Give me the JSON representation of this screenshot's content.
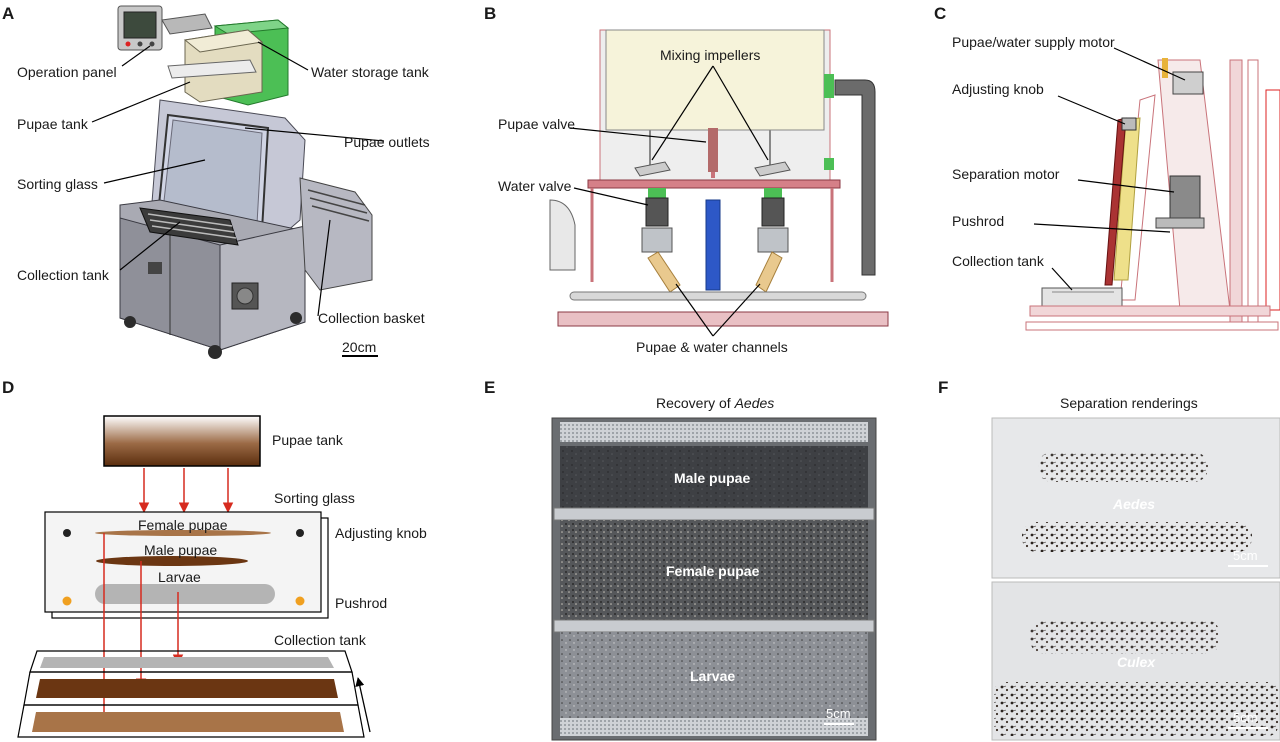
{
  "panels": {
    "a": {
      "letter": "A",
      "labels": {
        "operation_panel": "Operation panel",
        "water_storage_tank": "Water storage tank",
        "pupae_tank": "Pupae tank",
        "pupae_outlets": "Pupae outlets",
        "sorting_glass": "Sorting glass",
        "collection_tank": "Collection tank",
        "collection_basket": "Collection basket",
        "scale": "20cm"
      }
    },
    "b": {
      "letter": "B",
      "labels": {
        "mixing_impellers": "Mixing impellers",
        "pupae_valve": "Pupae valve",
        "water_valve": "Water valve",
        "channels": "Pupae & water channels"
      }
    },
    "c": {
      "letter": "C",
      "labels": {
        "supply_motor": "Pupae/water supply motor",
        "adjusting_knob": "Adjusting knob",
        "separation_motor": "Separation motor",
        "pushrod": "Pushrod",
        "collection_tank": "Collection tank"
      }
    },
    "d": {
      "letter": "D",
      "labels": {
        "pupae_tank": "Pupae tank",
        "sorting_glass": "Sorting glass",
        "adjusting_knob": "Adjusting knob",
        "pushrod": "Pushrod",
        "collection_tank": "Collection tank",
        "female_pupae": "Female pupae",
        "male_pupae": "Male pupae",
        "larvae": "Larvae"
      }
    },
    "e": {
      "letter": "E",
      "title_prefix": "Recovery of ",
      "title_italic": "Aedes",
      "labels": {
        "male_pupae": "Male pupae",
        "female_pupae": "Female pupae",
        "larvae": "Larvae",
        "scale": "5cm"
      }
    },
    "f": {
      "letter": "F",
      "title": "Separation renderings",
      "labels": {
        "aedes": "Aedes",
        "culex": "Culex",
        "scale_top": "5cm",
        "scale_bottom": "5cm"
      }
    }
  },
  "colors": {
    "arrow_red": "#d62b1f",
    "female_band": "#a87448",
    "male_band": "#6b3612",
    "larvae_band": "#b4b4b4",
    "machine_frame": "#c9737a",
    "green_tank": "#3ea84a"
  }
}
